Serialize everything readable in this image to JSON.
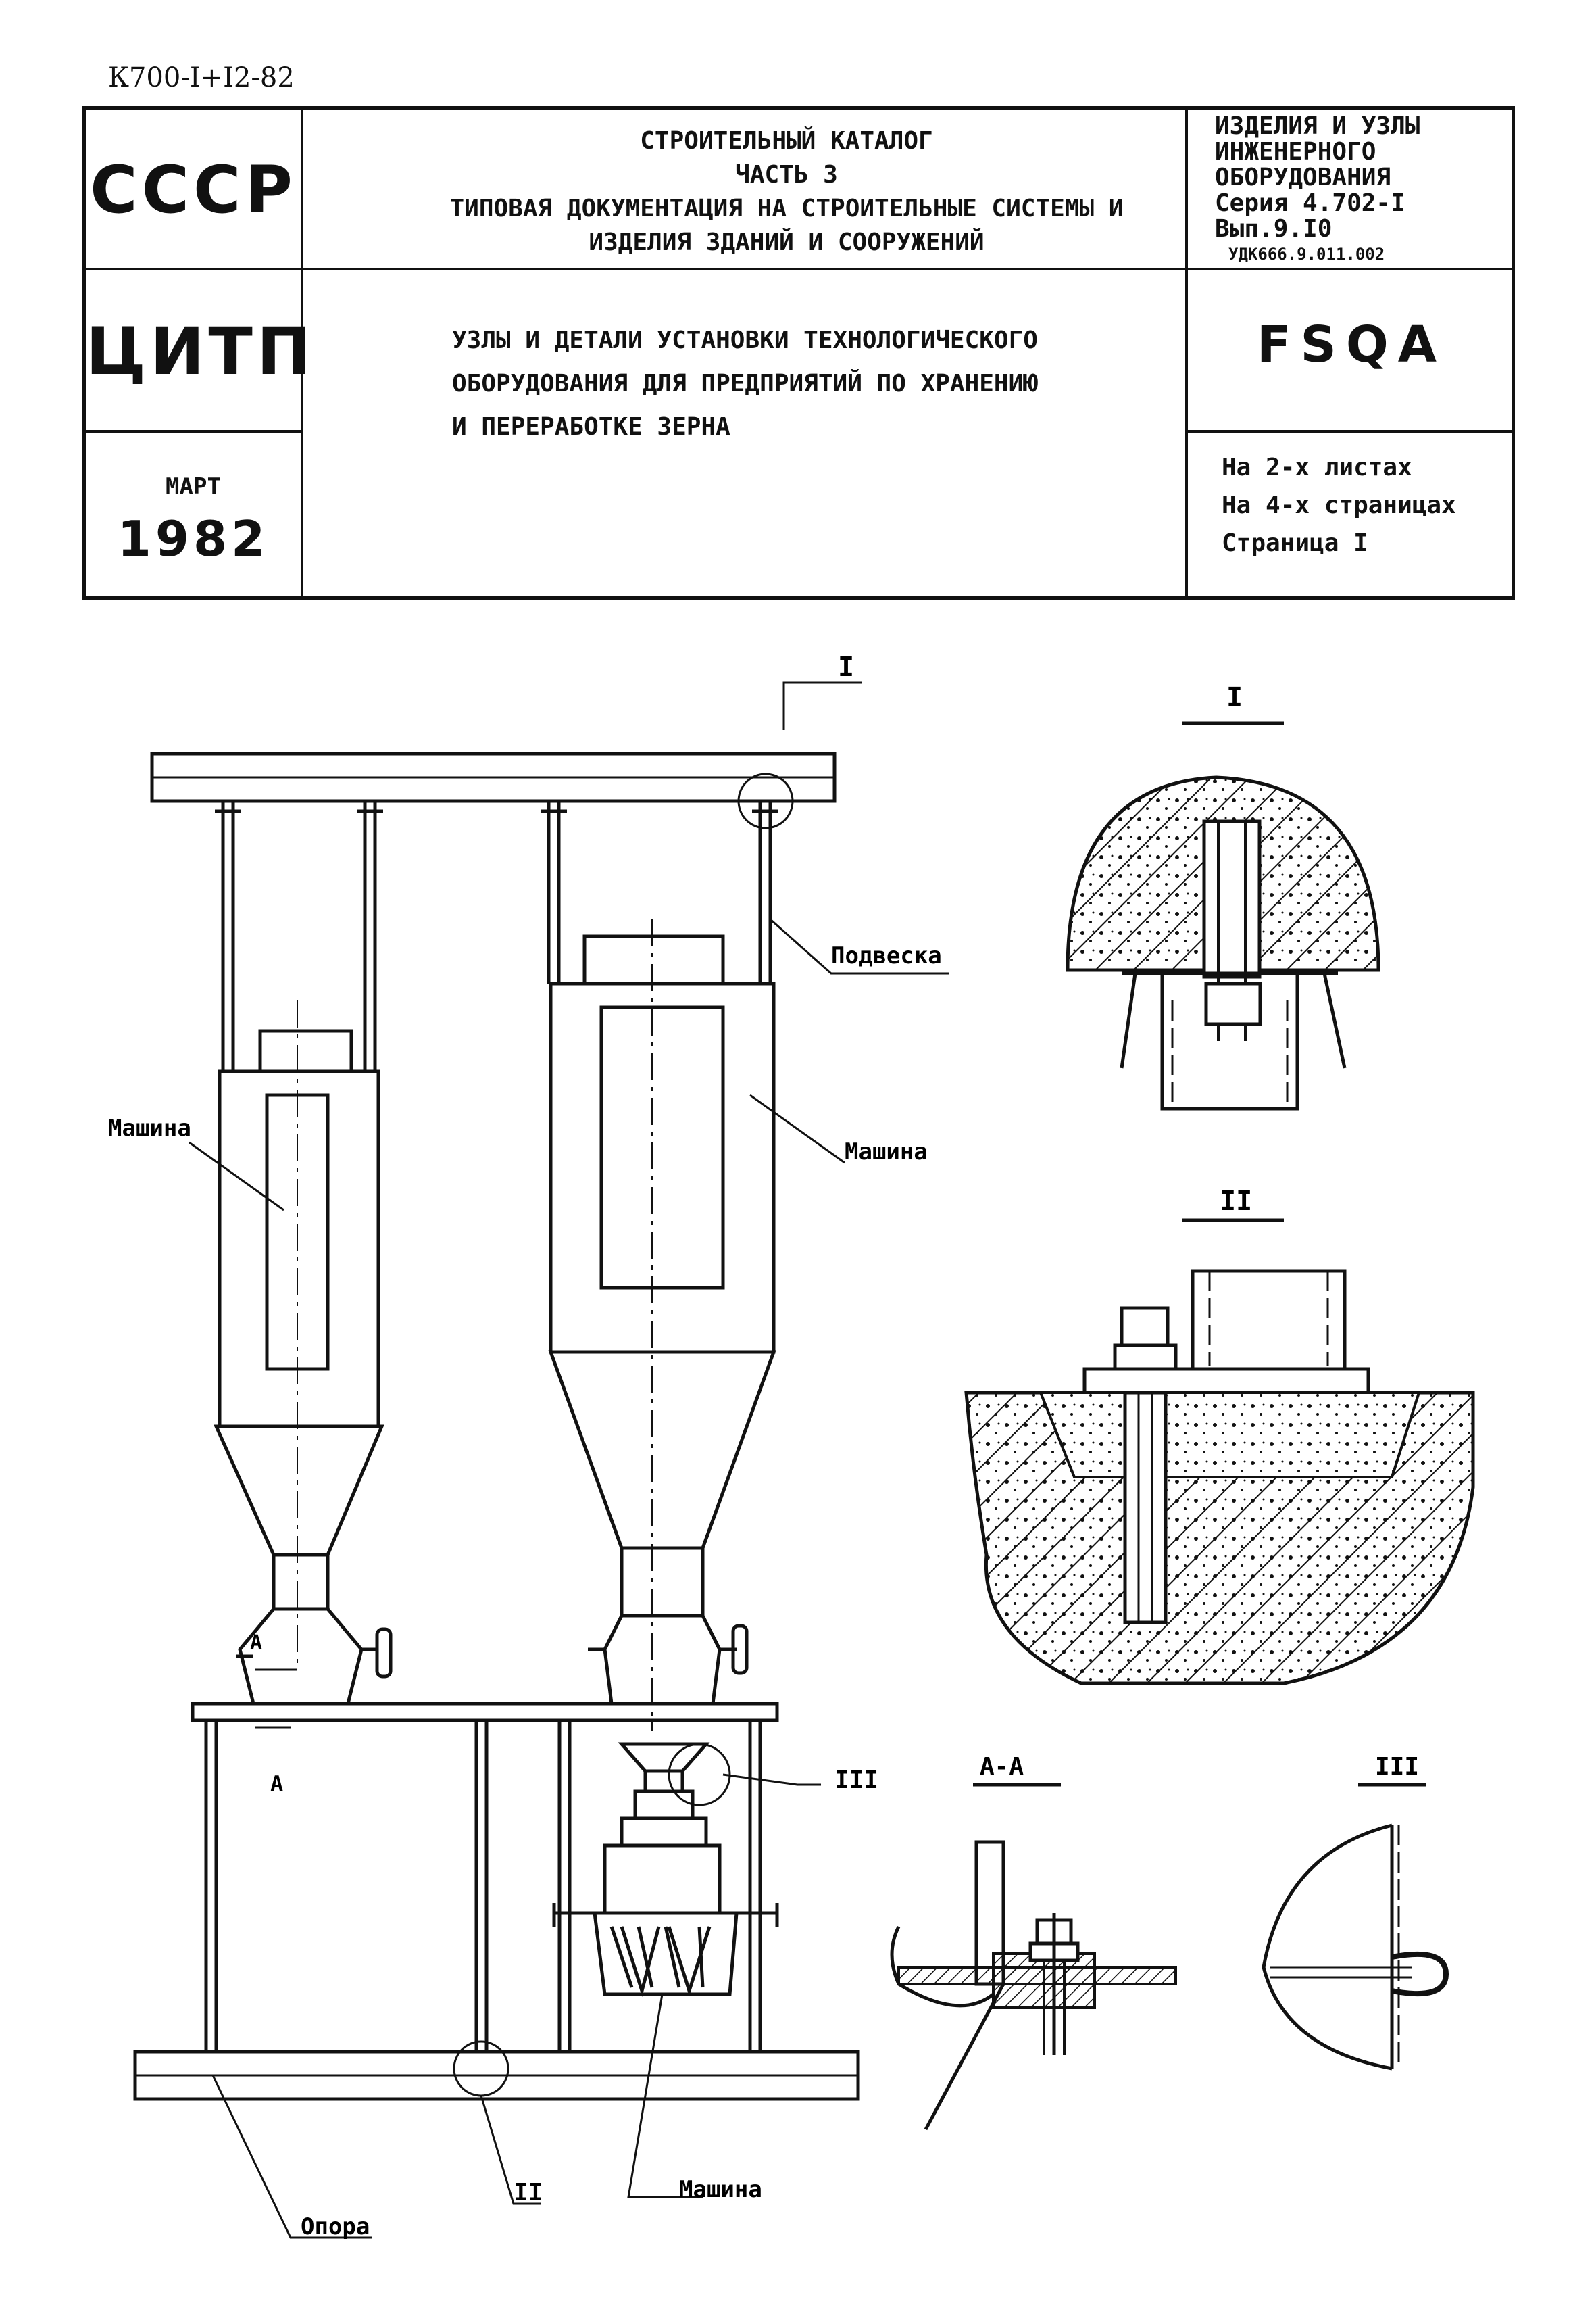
{
  "doc_code": "К700-I+I2-82",
  "header": {
    "left": {
      "country": "СССР",
      "org": "ЦИТП",
      "month": "МАРТ",
      "year": "1982"
    },
    "catalog": {
      "line1": "СТРОИТЕЛЬНЫЙ КАТАЛОГ",
      "line2": "ЧАСТЬ 3",
      "line3": "ТИПОВАЯ ДОКУМЕНТАЦИЯ НА СТРОИТЕЛЬНЫЕ СИСТЕМЫ И",
      "line4": "ИЗДЕЛИЯ ЗДАНИЙ И СООРУЖЕНИЙ"
    },
    "title": {
      "line1": "УЗЛЫ И ДЕТАЛИ УСТАНОВКИ ТЕХНОЛОГИЧЕСКОГО",
      "line2": "ОБОРУДОВАНИЯ ДЛЯ ПРЕДПРИЯТИЙ ПО ХРАНЕНИЮ",
      "line3": "И ПЕРЕРАБОТКЕ ЗЕРНА"
    },
    "right": {
      "line1": "ИЗДЕЛИЯ И УЗЛЫ",
      "line2": "ИНЖЕНЕРНОГО",
      "line3": "ОБОРУДОВАНИЯ",
      "line4": "Серия 4.702-I",
      "line5": "Вып.9.I0",
      "udk": "УДК666.9.011.002",
      "stamp": "FSQA",
      "sheets": "На  2-х листах",
      "pages": "На 4-х страницах",
      "page": "Страница I"
    }
  },
  "drawing": {
    "callout_I": "I",
    "callout_II": "II",
    "callout_III": "III",
    "callout_A": "A",
    "label_suspension": "Подвеска",
    "label_machine_left": "Машина",
    "label_machine_right": "Машина",
    "label_machine_bottom": "Машина",
    "label_support": "Опора",
    "detail_I_title": "I",
    "detail_II_title": "II",
    "section_AA_title": "А-А",
    "detail_III_title": "III"
  }
}
